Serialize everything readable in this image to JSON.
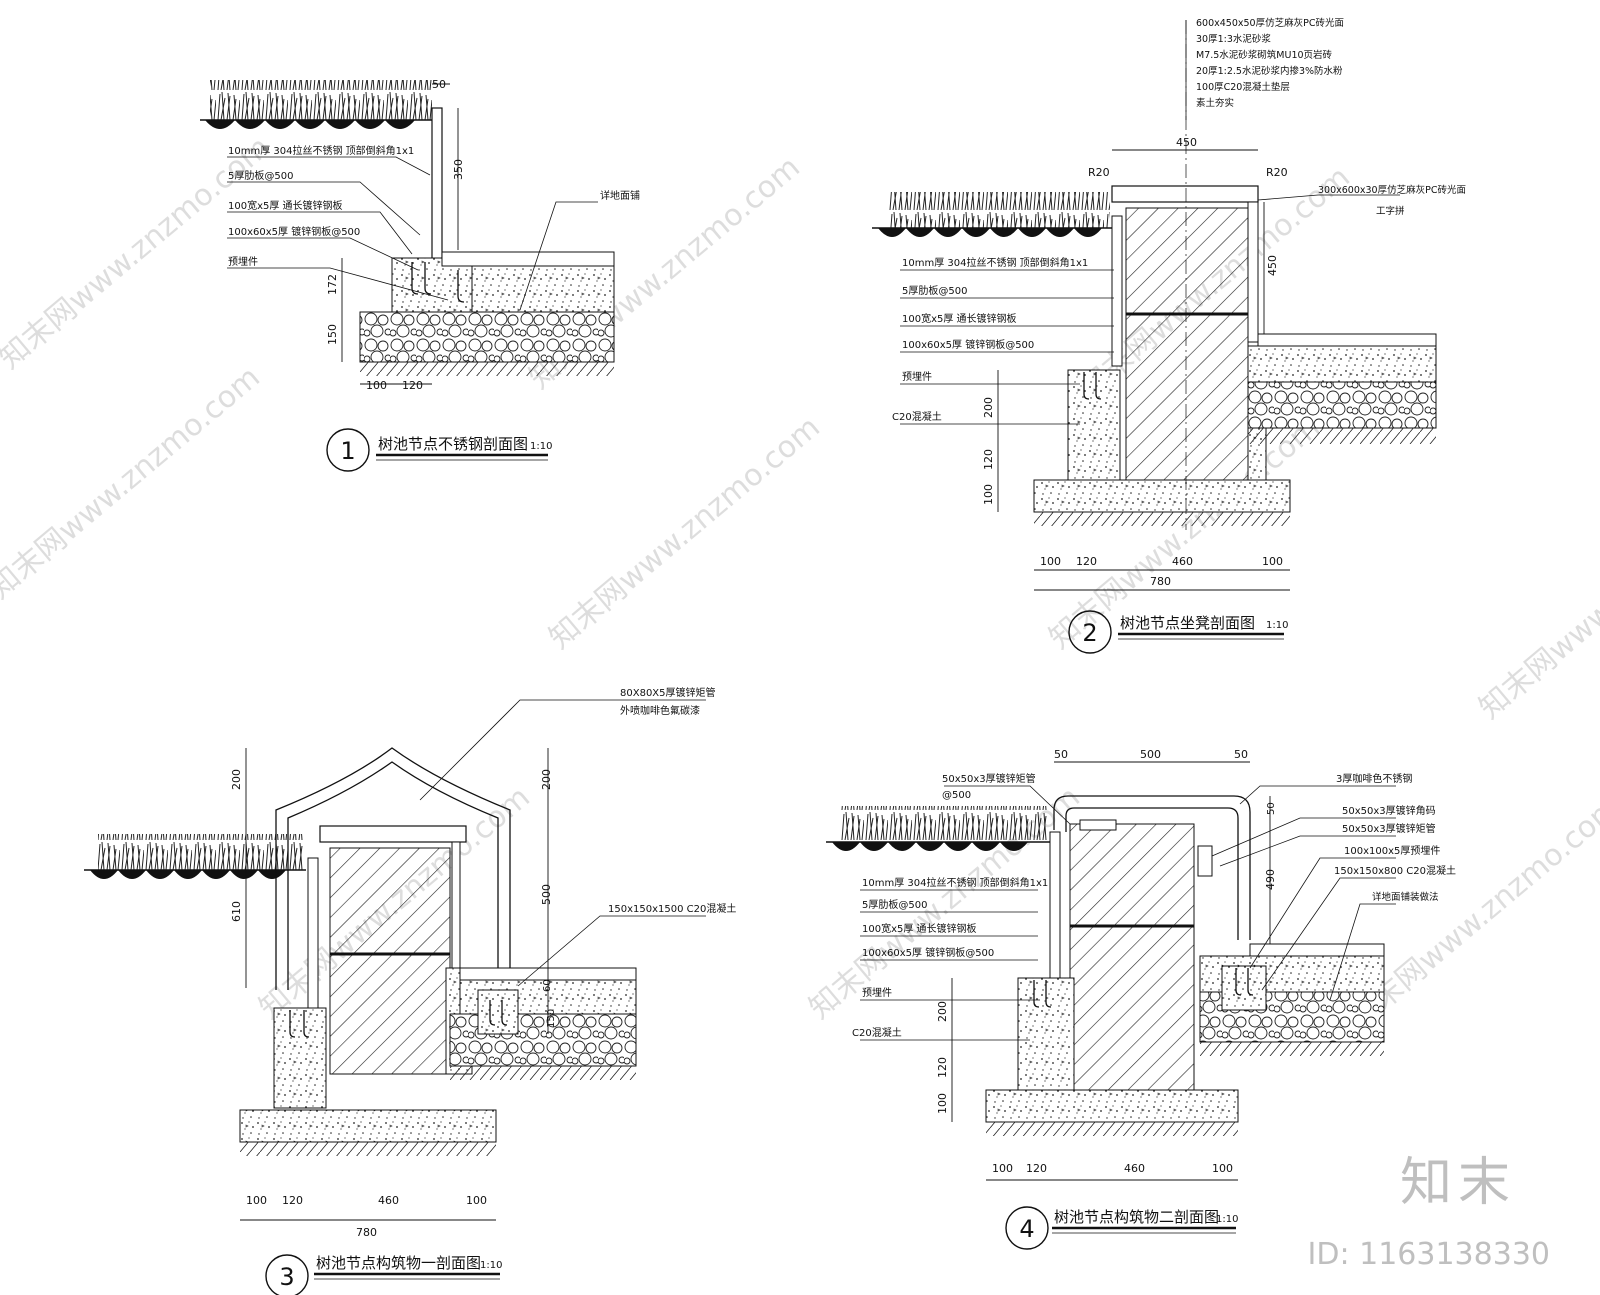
{
  "watermark": {
    "text": "知末网www.znzmo.com",
    "brand": "知末",
    "id": "ID: 1163138330"
  },
  "details": [
    {
      "number": "1",
      "title": "树池节点不锈钢剖面图",
      "scale": "1:10",
      "labels": [
        "10mm厚 304拉丝不锈钢 顶部倒斜角1x1",
        "5厚肋板@500",
        "100宽x5厚 通长镀锌钢板",
        "100x60x5厚 镀锌钢板@500",
        "预埋件",
        "详地面铺"
      ],
      "dims": [
        "50",
        "350",
        "172",
        "150",
        "100",
        "120"
      ]
    },
    {
      "number": "2",
      "title": "树池节点坐凳剖面图",
      "scale": "1:10",
      "labels": [
        "600x450x50厚仿芝麻灰PC砖光面",
        "30厚1:3水泥砂浆",
        "M7.5水泥砂浆砌筑MU10页岩砖",
        "20厚1:2.5水泥砂浆内掺3%防水粉",
        "100厚C20混凝土垫层",
        "素土夯实",
        "300x600x30厚仿芝麻灰PC砖光面",
        "工字拼",
        "10mm厚 304拉丝不锈钢 顶部倒斜角1x1",
        "5厚肋板@500",
        "100宽x5厚 通长镀锌钢板",
        "100x60x5厚 镀锌钢板@500",
        "预埋件",
        "C20混凝土"
      ],
      "dims": [
        "450",
        "R20",
        "R20",
        "450",
        "200",
        "120",
        "100",
        "100",
        "120",
        "460",
        "100",
        "780"
      ]
    },
    {
      "number": "3",
      "title": "树池节点构筑物一剖面图",
      "scale": "1:10",
      "labels": [
        "80X80X5厚镀锌矩管",
        "外喷咖啡色氟碳漆",
        "150x150x1500 C20混凝土"
      ],
      "dims": [
        "200",
        "610",
        "200",
        "500",
        "60",
        "150",
        "100",
        "120",
        "460",
        "100",
        "780"
      ]
    },
    {
      "number": "4",
      "title": "树池节点构筑物二剖面图",
      "scale": "1:10",
      "labels": [
        "50x50x3厚镀锌矩管",
        "@500",
        "3厚咖啡色不锈钢",
        "50x50x3厚镀锌角码",
        "50x50x3厚镀锌矩管",
        "100x100x5厚预埋件",
        "150x150x800 C20混凝土",
        "详地面铺装做法",
        "10mm厚 304拉丝不锈钢 顶部倒斜角1x1",
        "5厚肋板@500",
        "100宽x5厚 通长镀锌钢板",
        "100x60x5厚 镀锌钢板@500",
        "预埋件",
        "C20混凝土"
      ],
      "dims": [
        "50",
        "500",
        "50",
        "50",
        "490",
        "200",
        "120",
        "100",
        "100",
        "120",
        "460",
        "100"
      ]
    }
  ]
}
